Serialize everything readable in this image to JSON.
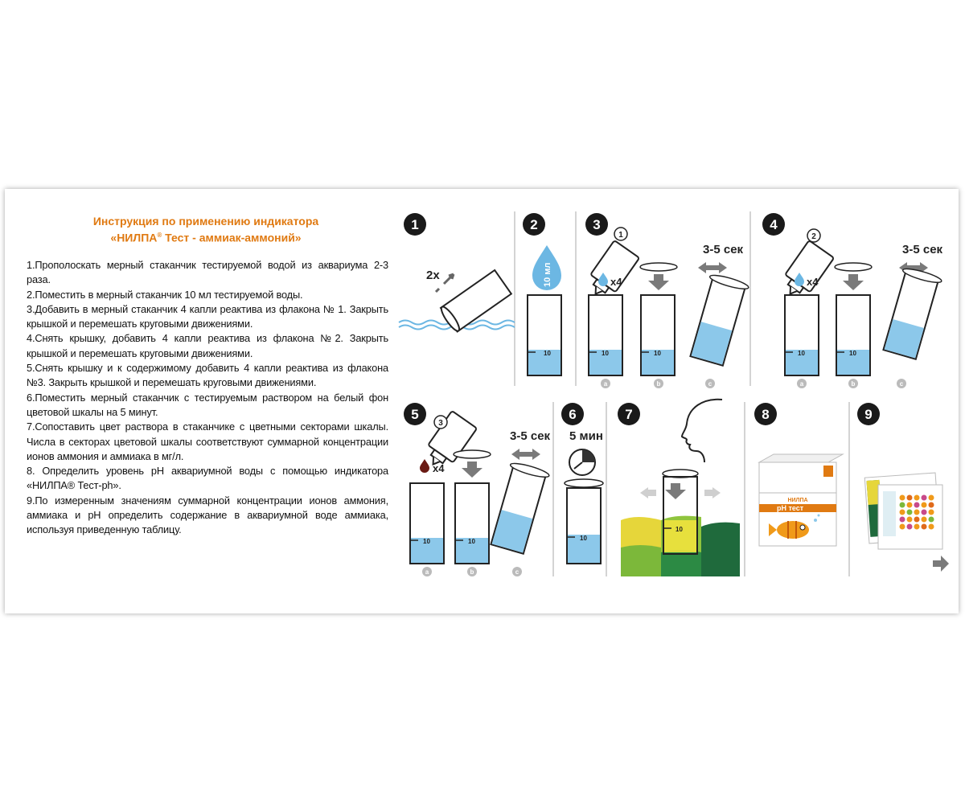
{
  "title": {
    "line1": "Инструкция по применению индикатора",
    "line2_prefix": "«НИЛПА",
    "line2_sup": "®",
    "line2_suffix": " Тест - аммиак-аммоний»"
  },
  "instructions": [
    "1.Прополоскать мерный стаканчик тестируемой водой из аквариума 2-3 раза.",
    "2.Поместить в мерный стаканчик 10 мл тестируемой воды.",
    "3.Добавить в мерный стаканчик 4 капли реактива из флакона № 1. Закрыть крышкой и перемешать круговыми движениями.",
    "4.Снять крышку, добавить 4 капли реактива из флакона №2. Закрыть крышкой и перемешать круговыми движениями.",
    "5.Снять крышку и к содержимому добавить 4 капли реактива из флакона №3. Закрыть крышкой и перемешать круговыми движениями.",
    "6.Поместить мерный стаканчик с тестируемым раствором на белый фон цветовой шкалы на 5 минут.",
    "7.Сопоставить цвет раствора в стаканчике с цветными секторами шкалы. Числа в секторах цветовой шкалы соответствуют суммарной концентрации ионов аммония и аммиака в мг/л.",
    "8. Определить уровень pH аквариумной воды с помощью индикатора «НИЛПА® Тест-ph».",
    "9.По измеренным значениям суммарной концентрации ионов аммония, аммиака и pH определить содержание в аквариумной воде аммиака, используя приведенную таблицу."
  ],
  "steps": {
    "s1": {
      "num": "1",
      "label": "2x"
    },
    "s2": {
      "num": "2",
      "label": "10 мл"
    },
    "s3": {
      "num": "3",
      "bottle": "1",
      "drops": "x4",
      "time": "3-5 сек"
    },
    "s4": {
      "num": "4",
      "bottle": "2",
      "drops": "x4",
      "time": "3-5 сек"
    },
    "s5": {
      "num": "5",
      "bottle": "3",
      "drops": "x4",
      "time": "3-5 сек"
    },
    "s6": {
      "num": "6",
      "time": "5 мин"
    },
    "s7": {
      "num": "7"
    },
    "s8": {
      "num": "8",
      "brand": "НИЛПА",
      "product": "pH тест"
    },
    "s9": {
      "num": "9"
    }
  },
  "labels": {
    "a": "a",
    "b": "b",
    "c": "c",
    "level": "10"
  },
  "colors": {
    "accent": "#e07a12",
    "water": "#8cc8ea",
    "bubble": "#1a1a1a",
    "arrow": "#7a7a7a"
  }
}
